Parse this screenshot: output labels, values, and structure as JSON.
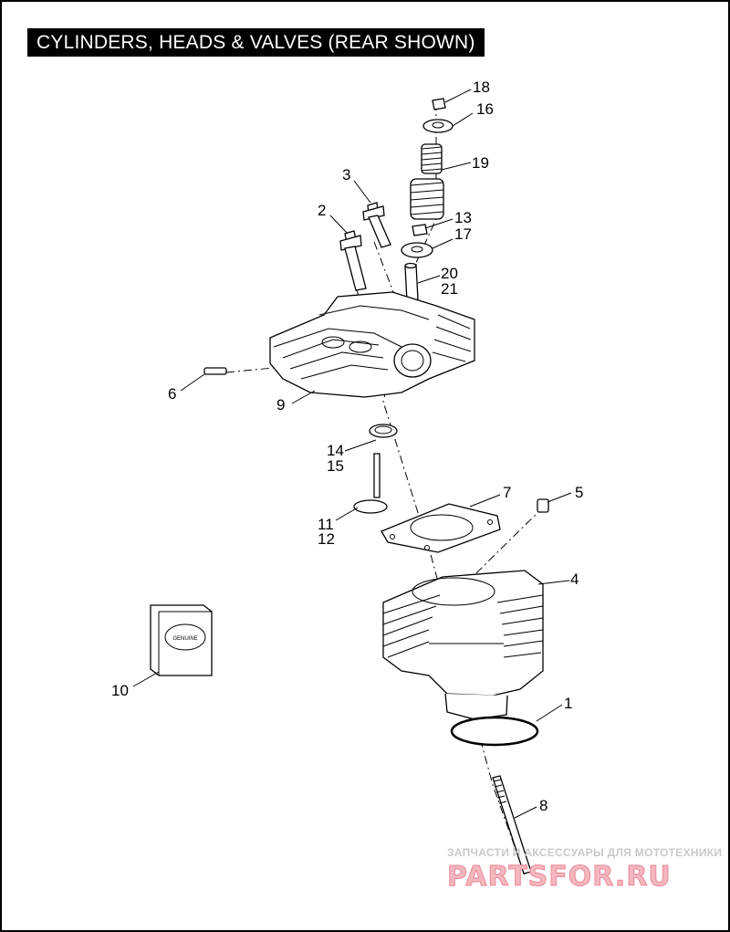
{
  "title": "CYLINDERS, HEADS & VALVES (REAR SHOWN)",
  "callouts": [
    {
      "id": "c18",
      "text": "18"
    },
    {
      "id": "c16",
      "text": "16"
    },
    {
      "id": "c19",
      "text": "19"
    },
    {
      "id": "c3",
      "text": "3"
    },
    {
      "id": "c2",
      "text": "2"
    },
    {
      "id": "c13",
      "text": "13"
    },
    {
      "id": "c17",
      "text": "17"
    },
    {
      "id": "c20",
      "text": "20"
    },
    {
      "id": "c21",
      "text": "21"
    },
    {
      "id": "c6",
      "text": "6"
    },
    {
      "id": "c9",
      "text": "9"
    },
    {
      "id": "c14",
      "text": "14"
    },
    {
      "id": "c15",
      "text": "15"
    },
    {
      "id": "c7",
      "text": "7"
    },
    {
      "id": "c5",
      "text": "5"
    },
    {
      "id": "c11",
      "text": "11"
    },
    {
      "id": "c12",
      "text": "12"
    },
    {
      "id": "c4",
      "text": "4"
    },
    {
      "id": "c10",
      "text": "10"
    },
    {
      "id": "c1",
      "text": "1"
    },
    {
      "id": "c8",
      "text": "8"
    }
  ],
  "watermark": {
    "line1": "ЗАПЧАСТИ И АКСЕССУАРЫ ДЛЯ МОТОТЕХНИКИ",
    "line2": "PARTSFOR.RU"
  },
  "colors": {
    "title_bg": "#000000",
    "title_fg": "#ffffff",
    "watermark": "#f4b6bf"
  }
}
